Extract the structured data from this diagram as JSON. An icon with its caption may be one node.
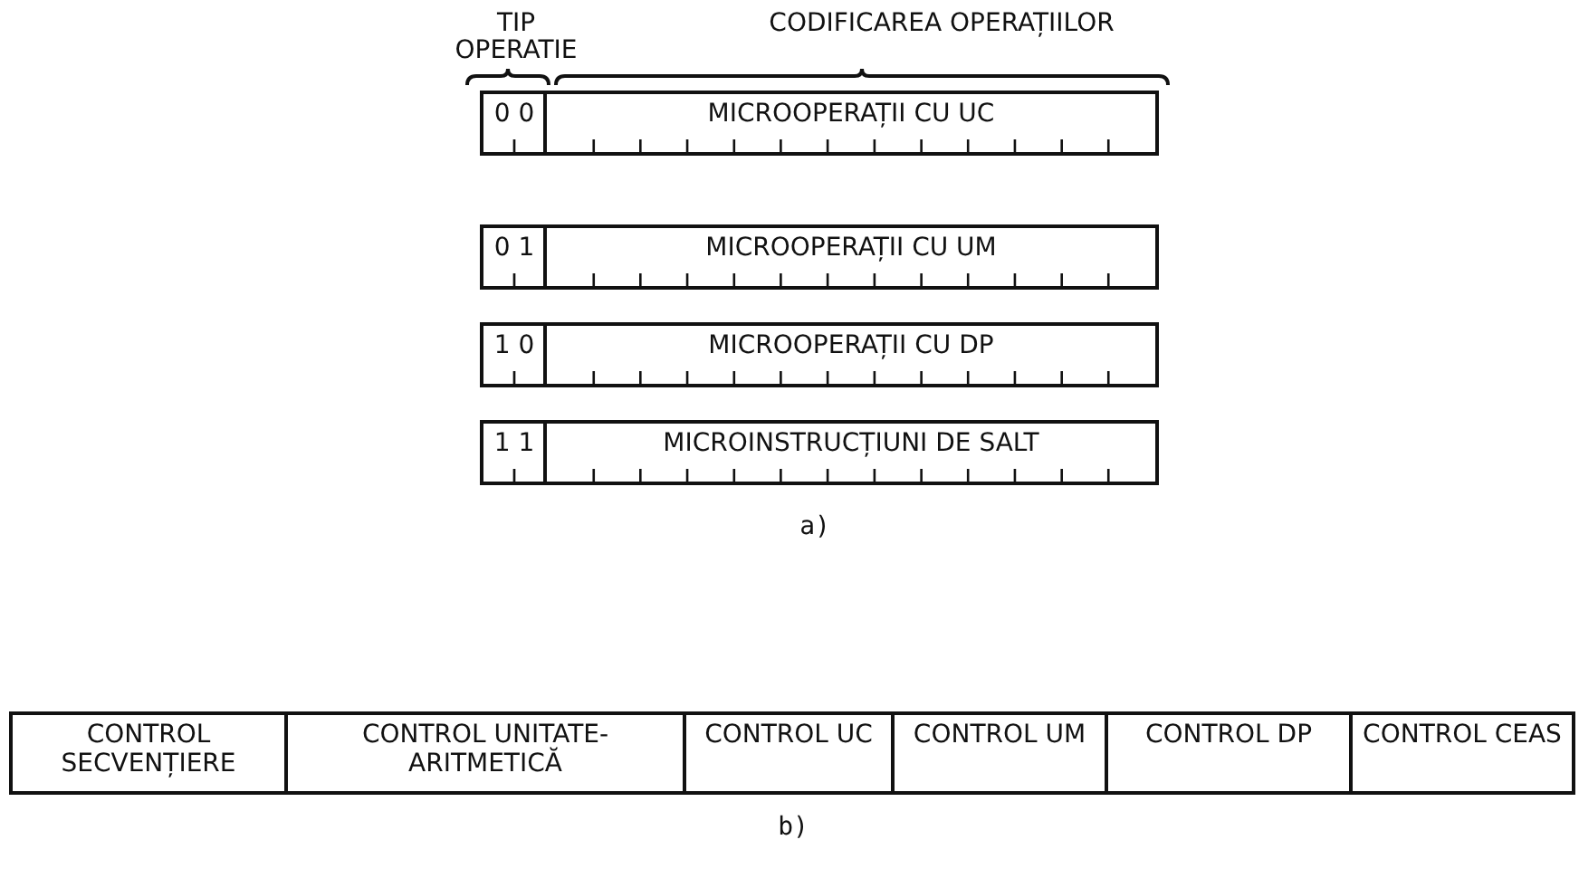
{
  "diagram": {
    "nodes": [
      {
        "text": [
          "0 0"
        ]
      },
      {
        "text": [
          "MICROOPERAȚII CU UC"
        ]
      },
      {
        "text": [
          "0 1"
        ]
      },
      {
        "text": [
          "MICROOPERAȚII CU UM"
        ]
      },
      {
        "text": [
          "1 0"
        ]
      },
      {
        "text": [
          "MICROOPERAȚII CU DP"
        ]
      },
      {
        "text": [
          "1 1"
        ]
      },
      {
        "text": [
          "MICROINSTRUCȚIUNI DE SALT"
        ]
      },
      {
        "text": [
          "CONTROL SECVENȚIERE"
        ]
      },
      {
        "text": [
          "CONTROL UNITATE-ARITMETICĂ"
        ]
      },
      {
        "text": [
          "CONTROL UC"
        ]
      },
      {
        "text": [
          "CONTROL UM"
        ]
      },
      {
        "text": [
          "CONTROL DP"
        ]
      },
      {
        "text": [
          "CONTROL CEAS"
        ]
      }
    ],
    "edges": [],
    "labels": [
      "TIP OPERATIE",
      "CODIFICAREA OPERAȚIILOR",
      "a)",
      "b)"
    ]
  }
}
